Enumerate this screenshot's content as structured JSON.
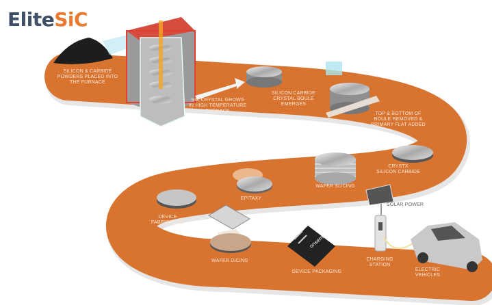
{
  "logo": {
    "part1": "Elite",
    "part2": "SiC"
  },
  "colors": {
    "ribbon": "#d8742f",
    "logo_dark": "#3e4f66",
    "logo_accent": "#e8792e",
    "furnace_red": "#e0402f"
  },
  "steps": {
    "powders": [
      "SILICON & CARBIDE",
      "POWDERS PLACED INTO",
      "THE FURNACE"
    ],
    "growth": [
      "SIC CRYSTAL GROWS",
      "IN HIGH TEMPERATURE",
      "FURNACE"
    ],
    "boule": [
      "SILICON CARBIDE",
      "CRYSTAL BOULE",
      "EMERGES"
    ],
    "flat": [
      "TOP & BOTTOM OF",
      "BOULE REMOVED &",
      "PRIMARY FLAT ADDED"
    ],
    "crystx": [
      "CRYSTX",
      "SILICON CARBIDE"
    ],
    "slicing": [
      "WAFER SLICING"
    ],
    "epitaxy": [
      "EPITAXY"
    ],
    "fabrication": [
      "DEVICE",
      "FABRICATION"
    ],
    "dicing": [
      "WAFER DICING"
    ],
    "packaging": [
      "DEVICE PACKAGING"
    ],
    "solar": [
      "SOLAR POWER"
    ],
    "charging": [
      "CHARGING",
      "STATION"
    ],
    "ev": [
      "ELECTRIC",
      "VEHICLES"
    ]
  },
  "chip_brand": "onsemi"
}
